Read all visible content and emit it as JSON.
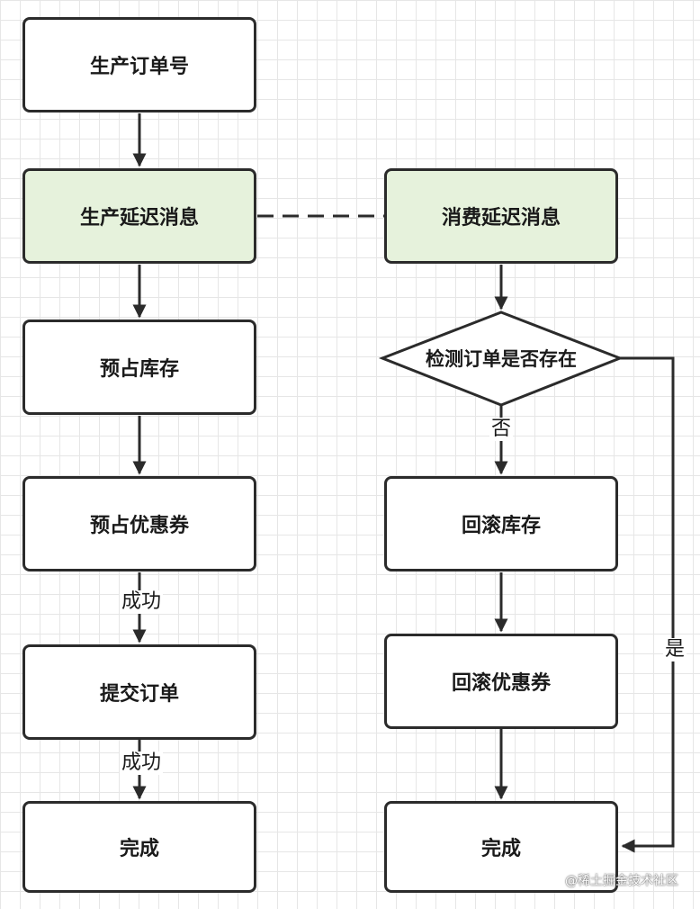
{
  "nodes": {
    "gen_order_no": "生产订单号",
    "produce_delay_msg": "生产延迟消息",
    "reserve_stock": "预占库存",
    "reserve_coupon": "预占优惠券",
    "submit_order": "提交订单",
    "done_left": "完成",
    "consume_delay_msg": "消费延迟消息",
    "check_order_exists": "检测订单是否存在",
    "rollback_stock": "回滚库存",
    "rollback_coupon": "回滚优惠券",
    "done_right": "完成"
  },
  "edge_labels": {
    "success_1": "成功",
    "success_2": "成功",
    "no": "否",
    "yes": "是"
  },
  "colors": {
    "highlight_fill": "#e6f2dc",
    "stroke": "#2b2b2b"
  },
  "watermark": "@稀土掘金技术社区"
}
